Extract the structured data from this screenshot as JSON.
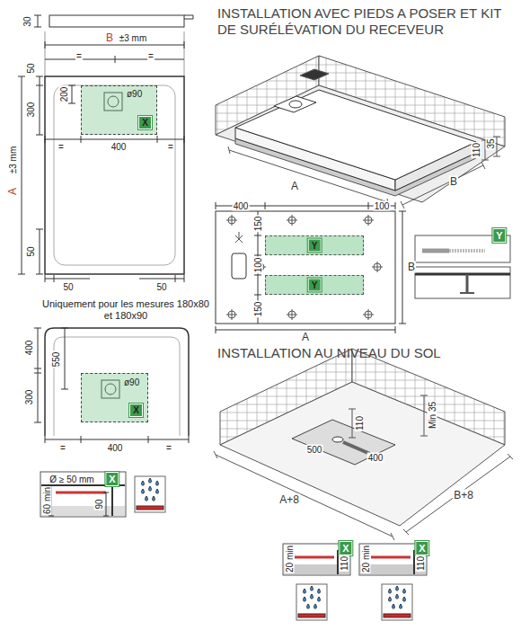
{
  "diagram": {
    "title": "INSTALLATION AVEC PIEDS A POSER ET KIT DE SURÉLÉVATION DU RECEVEUR",
    "nodes": [
      {
        "text": [
          "ø90",
          "X"
        ]
      },
      {
        "text": [
          "ø90",
          "X"
        ]
      },
      {
        "text": [
          "Y"
        ]
      },
      {
        "text": [
          "Y"
        ]
      }
    ],
    "labels": [
      "30",
      "B",
      "±3 mm",
      "=",
      "=",
      "50",
      "300",
      "200",
      "400",
      "=",
      "=",
      "A",
      "±3 mm",
      "50",
      "50",
      "50",
      "Uniquement pour les mesures 180x80 et 180x90",
      "400",
      "550",
      "300",
      "=",
      "=",
      "400",
      "Ø ≥ 50 mm",
      "X",
      "60 min",
      "90",
      "A",
      "B",
      "110",
      "35",
      "400",
      "100",
      "150",
      "100",
      "150",
      "B",
      "A",
      "Y",
      "INSTALLATION AU NIVEAU DU SOL",
      "110",
      "Min 35",
      "500",
      "400",
      "A+8",
      "B+8",
      "X",
      "20 min",
      "110",
      "X",
      "20 min",
      "110"
    ]
  }
}
